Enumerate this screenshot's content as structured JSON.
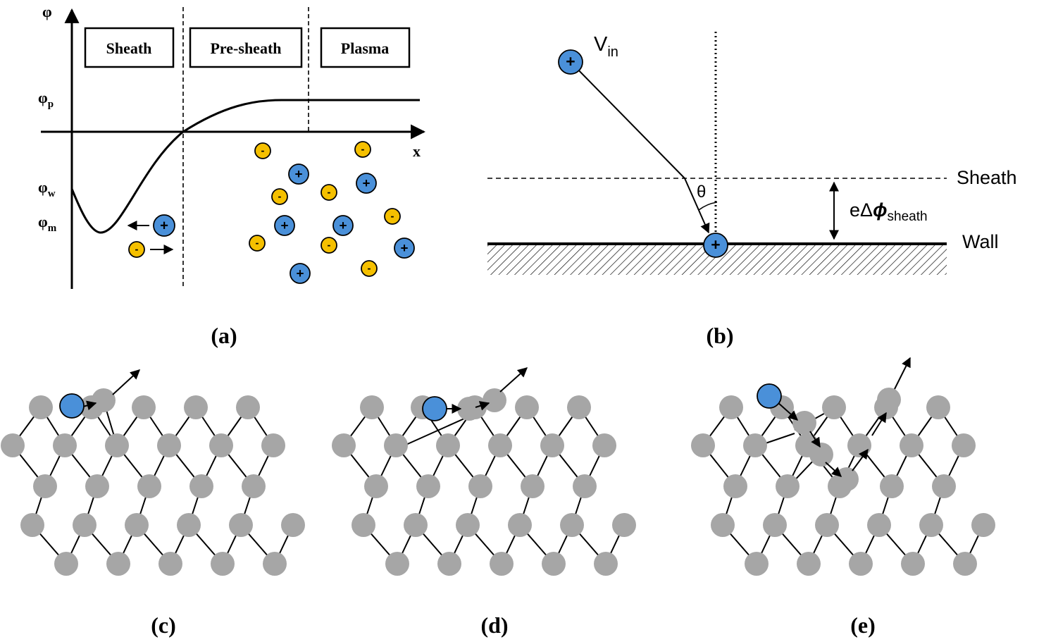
{
  "panel_a": {
    "caption": "(a)",
    "y_axis_label": "φ",
    "x_axis_label": "x",
    "phi_p": {
      "base": "φ",
      "sub": "p"
    },
    "phi_w": {
      "base": "φ",
      "sub": "w"
    },
    "phi_m": {
      "base": "φ",
      "sub": "m"
    },
    "region_boxes": [
      "Sheath",
      "Pre-sheath",
      "Plasma"
    ],
    "ion_symbol": "+",
    "electron_symbol": "-"
  },
  "panel_b": {
    "caption": "(b)",
    "velocity": {
      "base": "V",
      "sub": "in"
    },
    "angle": "θ",
    "sheath_label": "Sheath",
    "wall_label": "Wall",
    "potential_drop": {
      "prefix": "eΔ",
      "symbol": "ϕ",
      "sub": "sheath"
    },
    "ion_symbol": "+"
  },
  "panel_c": {
    "caption": "(c)"
  },
  "panel_d": {
    "caption": "(d)"
  },
  "panel_e": {
    "caption": "(e)"
  },
  "colors": {
    "ion_fill": "#4a90d9",
    "electron_fill": "#f5c000",
    "atom_fill": "#a6a6a6",
    "line": "#000000"
  }
}
